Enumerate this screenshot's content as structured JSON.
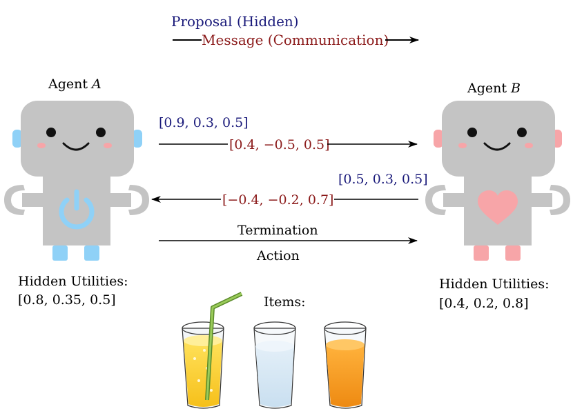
{
  "legend": {
    "proposal": "Proposal (Hidden)",
    "message": "Message (Communication)"
  },
  "agent_a": {
    "label": "Agent A",
    "utilities_title": "Hidden Utilities:",
    "utilities": "[0.8, 0.35, 0.5]"
  },
  "agent_b": {
    "label": "Agent B",
    "utilities_title": "Hidden Utilities:",
    "utilities": "[0.4, 0.2, 0.8]"
  },
  "exchanges": {
    "proposal_a": "[0.9, 0.3, 0.5]",
    "message_a": "[0.4, −0.5, 0.5]",
    "proposal_b": "[0.5, 0.3, 0.5]",
    "message_b": "[−0.4, −0.2, 0.7]",
    "termination": "Termination",
    "action": "Action"
  },
  "items": {
    "title": "Items:",
    "list": [
      "orange-juice-glass",
      "water-glass",
      "orange-drink-glass"
    ]
  },
  "colors": {
    "proposal": "#1a1a7a",
    "message": "#8b1a1a",
    "robot_body": "#c4c4c4",
    "agent_a_accent": "#8fd1f7",
    "agent_b_accent": "#f7a5a8"
  }
}
